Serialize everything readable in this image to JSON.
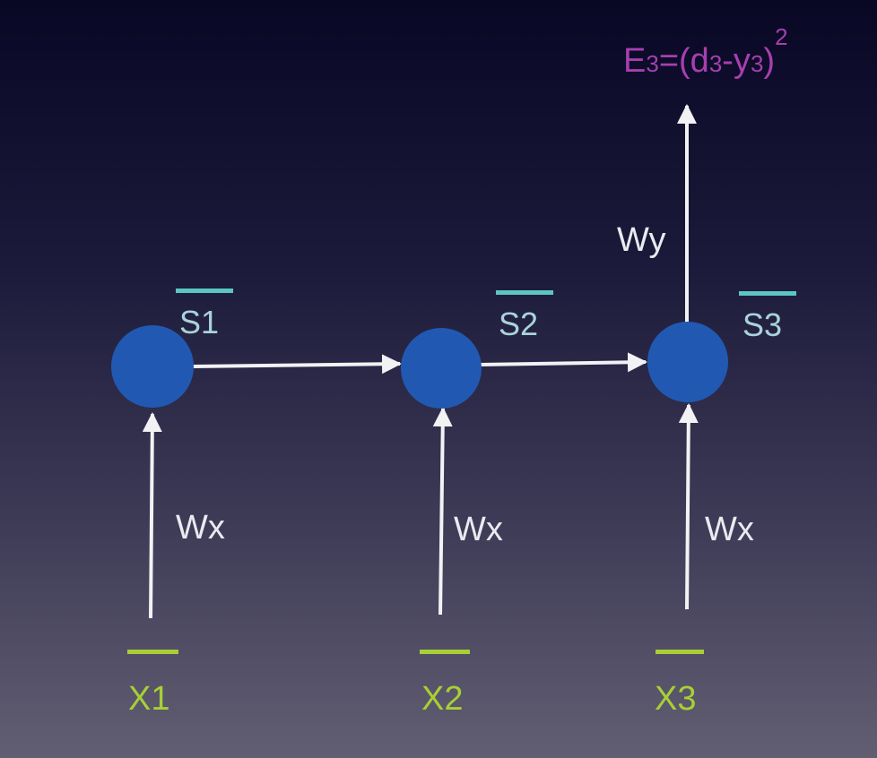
{
  "nodes": [
    {
      "state_label": "S1",
      "input_label": "X1",
      "weight_label": "Wx"
    },
    {
      "state_label": "S2",
      "input_label": "X2",
      "weight_label": "Wx"
    },
    {
      "state_label": "S3",
      "input_label": "X3",
      "weight_label": "Wx"
    }
  ],
  "output": {
    "weight_label": "Wy",
    "error": {
      "E": "E",
      "sub1": "3",
      "mid": "=(d",
      "sub2": "3",
      "dash": "-y",
      "sub3": "3",
      "close": ")",
      "power": "2"
    }
  },
  "colors": {
    "node": "#2159b2",
    "state": "#a9d3da",
    "state_bar": "#5cc6c2",
    "input": "#a8cf35",
    "arrow": "#f2f2f4",
    "error": "#a63fb0"
  }
}
